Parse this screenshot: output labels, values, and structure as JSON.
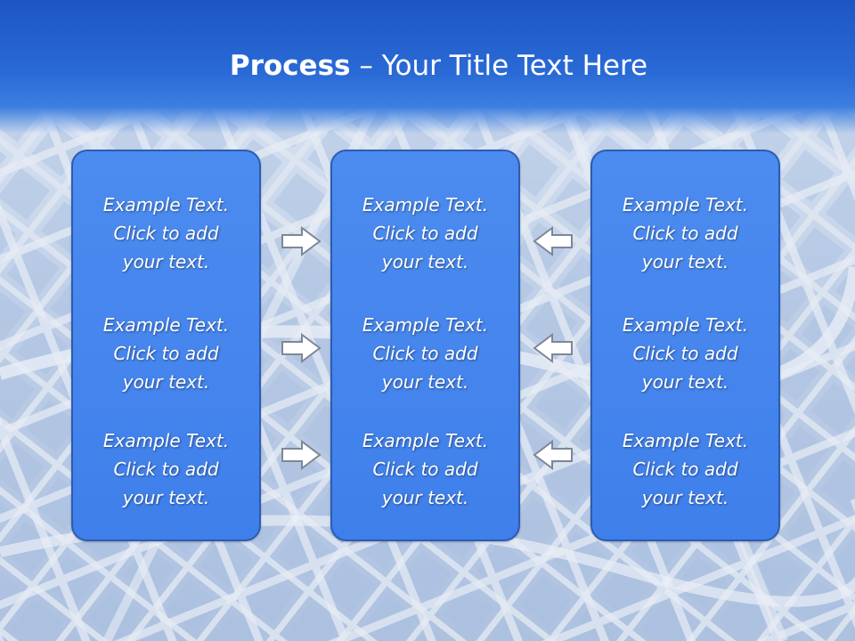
{
  "slide": {
    "title_bold": "Process",
    "title_rest": " – Your Title Text Here"
  },
  "colors": {
    "header": "#2a6ad6",
    "panel": "#4585ee",
    "panel_border": "#2c5bb3",
    "arrow_fill": "#ffffff",
    "arrow_stroke": "#7d8796"
  },
  "columns": [
    {
      "blocks": [
        {
          "line1": "Example Text.",
          "line2": "Click  to add",
          "line3": "your text."
        },
        {
          "line1": "Example Text.",
          "line2": "Click  to add",
          "line3": "your text."
        },
        {
          "line1": "Example Text.",
          "line2": "Click  to add",
          "line3": "your text."
        }
      ]
    },
    {
      "blocks": [
        {
          "line1": "Example Text.",
          "line2": "Click  to add",
          "line3": "your text."
        },
        {
          "line1": "Example Text.",
          "line2": "Click  to add",
          "line3": "your text."
        },
        {
          "line1": "Example Text.",
          "line2": "Click  to add",
          "line3": "your text."
        }
      ]
    },
    {
      "blocks": [
        {
          "line1": "Example Text.",
          "line2": "Click  to add",
          "line3": "your text."
        },
        {
          "line1": "Example Text.",
          "line2": "Click  to add",
          "line3": "your text."
        },
        {
          "line1": "Example Text.",
          "line2": "Click  to add",
          "line3": "your text."
        }
      ]
    }
  ],
  "arrows": {
    "left_group": "right-arrow-icon",
    "right_group": "left-arrow-icon"
  }
}
